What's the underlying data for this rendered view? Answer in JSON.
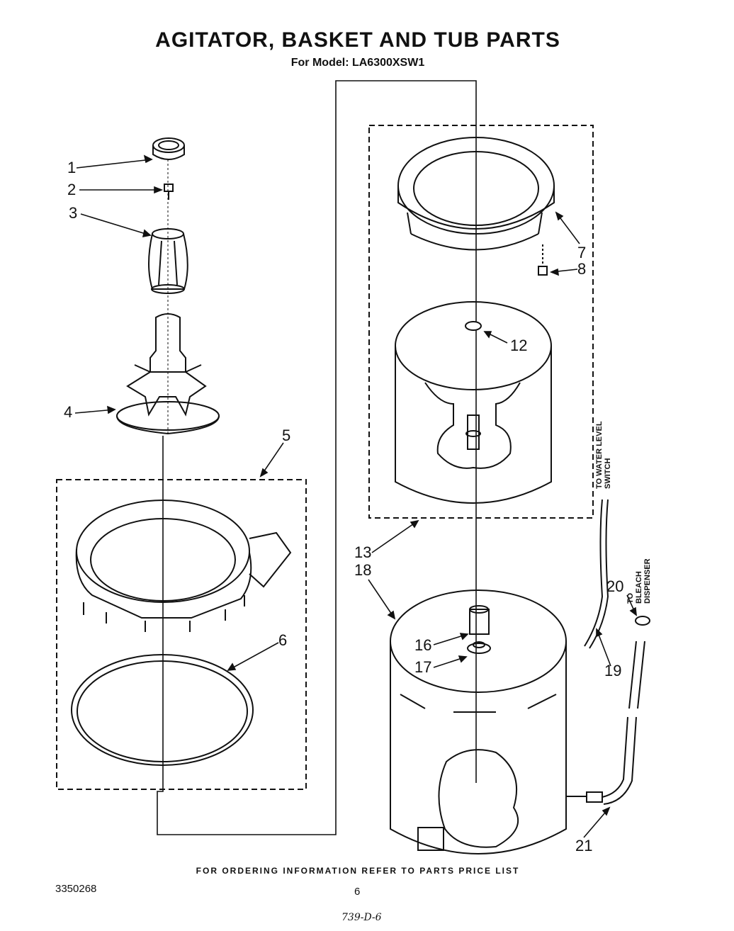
{
  "header": {
    "title": "AGITATOR, BASKET AND TUB PARTS",
    "model": "For Model: LA6300XSW1"
  },
  "callouts": [
    {
      "id": "1",
      "label": "1"
    },
    {
      "id": "2",
      "label": "2"
    },
    {
      "id": "3",
      "label": "3"
    },
    {
      "id": "4",
      "label": "4"
    },
    {
      "id": "5",
      "label": "5"
    },
    {
      "id": "6",
      "label": "6"
    },
    {
      "id": "7",
      "label": "7"
    },
    {
      "id": "8",
      "label": "8"
    },
    {
      "id": "12",
      "label": "12"
    },
    {
      "id": "13",
      "label": "13"
    },
    {
      "id": "18",
      "label": "18"
    },
    {
      "id": "16",
      "label": "16"
    },
    {
      "id": "17",
      "label": "17"
    },
    {
      "id": "19",
      "label": "19"
    },
    {
      "id": "20",
      "label": "20"
    },
    {
      "id": "21",
      "label": "21"
    }
  ],
  "side_labels": {
    "water_level": [
      "TO WATER LEVEL",
      "SWITCH"
    ],
    "bleach": [
      "TO",
      "BLEACH",
      "DISPENSER"
    ]
  },
  "footer": {
    "ordering": "FOR ORDERING INFORMATION REFER TO PARTS PRICE LIST",
    "doc_number": "3350268",
    "page": "6",
    "handwritten": "739-D-6"
  }
}
